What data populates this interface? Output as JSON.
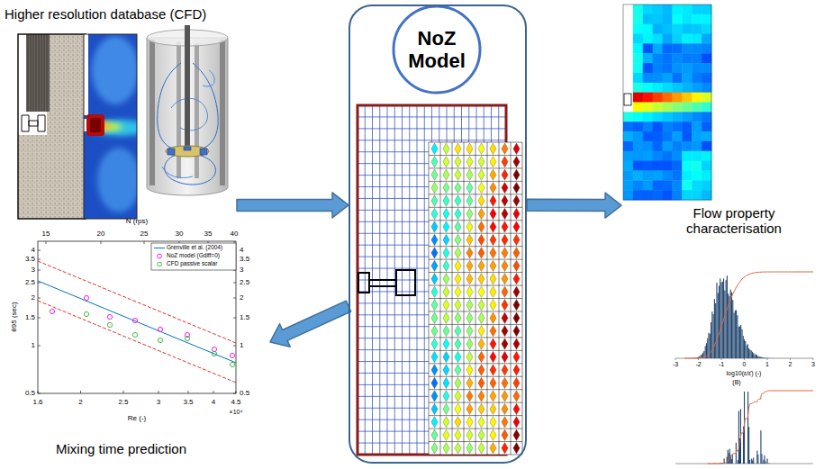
{
  "diagram": {
    "nodes": [
      {
        "text": [
          "Higher resolution database (CFD)"
        ]
      },
      {
        "text": [
          "NoZ Model"
        ]
      },
      {
        "text": [
          "Flow property characterisation"
        ]
      },
      {
        "text": [
          "Mixing time prediction"
        ]
      }
    ],
    "edges": [
      {
        "from": 0,
        "to": 1,
        "arrow": "to"
      },
      {
        "from": 1,
        "to": 2,
        "arrow": "to"
      },
      {
        "from": 1,
        "to": 3,
        "arrow": "to"
      }
    ],
    "labels": [
      "N (rps)",
      "15",
      "20",
      "25",
      "30",
      "35",
      "40",
      "4",
      "3.5",
      "3",
      "2.5",
      "2",
      "1.5",
      "1",
      "0.5",
      "θ95 (sec)",
      "4",
      "3.5",
      "3",
      "2.5",
      "2",
      "1.5",
      "1",
      "0.5",
      "1.6",
      "2",
      "2.5",
      "3",
      "3.5",
      "4",
      "4.5",
      "×10⁴",
      "Re (-)",
      "-3",
      "-2",
      "-1",
      "0",
      "1",
      "2",
      "3",
      "log10(ε/ε̄) (-)",
      "(B)"
    ],
    "legend": [
      {
        "text": "Grenville et al. (2004)"
      },
      {
        "text": "NoZ model (Gdiff=0)"
      },
      {
        "text": "CFD passive scalar"
      }
    ]
  }
}
